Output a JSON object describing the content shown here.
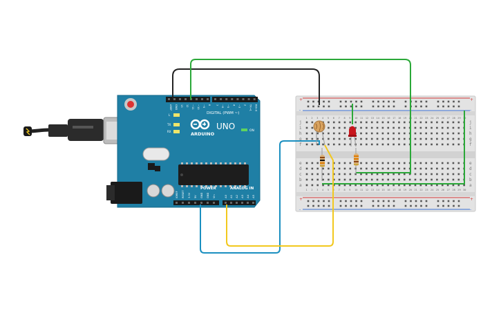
{
  "colors": {
    "board": "#1f7fa5",
    "board_edge": "#16688a",
    "wire_black": "#222222",
    "wire_green": "#2aa838",
    "wire_blue": "#1a8fc0",
    "wire_yellow": "#f2c81d",
    "breadboard": "#e3e3e3",
    "rail_red": "#d33a3a",
    "rail_blue": "#3a6fd3",
    "led": "#c8161d"
  },
  "arduino": {
    "model": "UNO",
    "brand": "ARDUINO",
    "digital_label": "DIGITAL (PWM ~)",
    "power_label": "POWER",
    "analog_label": "ANALOG IN",
    "on_label": "ON",
    "top_pins": [
      "AREF",
      "GND",
      "13",
      "12",
      "~11",
      "~10",
      "~9",
      "8",
      "7",
      "~6",
      "~5",
      "4",
      "~3",
      "2",
      "TX→1",
      "RX←0"
    ],
    "power_pins": [
      "IOREF",
      "RESET",
      "3.3V",
      "5V",
      "GND",
      "GND",
      "Vin"
    ],
    "analog_pins": [
      "A0",
      "A1",
      "A2",
      "A3",
      "A4",
      "A5"
    ],
    "led_labels": [
      "L",
      "TX",
      "RX"
    ]
  },
  "breadboard": {
    "rail_signs": [
      "+",
      "-"
    ],
    "top_letters": [
      "j",
      "i",
      "h",
      "g",
      "f"
    ],
    "bottom_letters": [
      "e",
      "d",
      "c",
      "b",
      "a"
    ],
    "column_numbers": [
      "1",
      "2",
      "3",
      "4",
      "5",
      "6",
      "7",
      "8",
      "9",
      "10",
      "11",
      "12",
      "13",
      "14",
      "15",
      "16",
      "17",
      "18",
      "19",
      "20",
      "21",
      "22",
      "23",
      "24",
      "25",
      "26",
      "27",
      "28",
      "29",
      "30"
    ]
  },
  "components": [
    "usb-cable",
    "photoresistor",
    "red-led",
    "resistor-1",
    "resistor-2"
  ]
}
